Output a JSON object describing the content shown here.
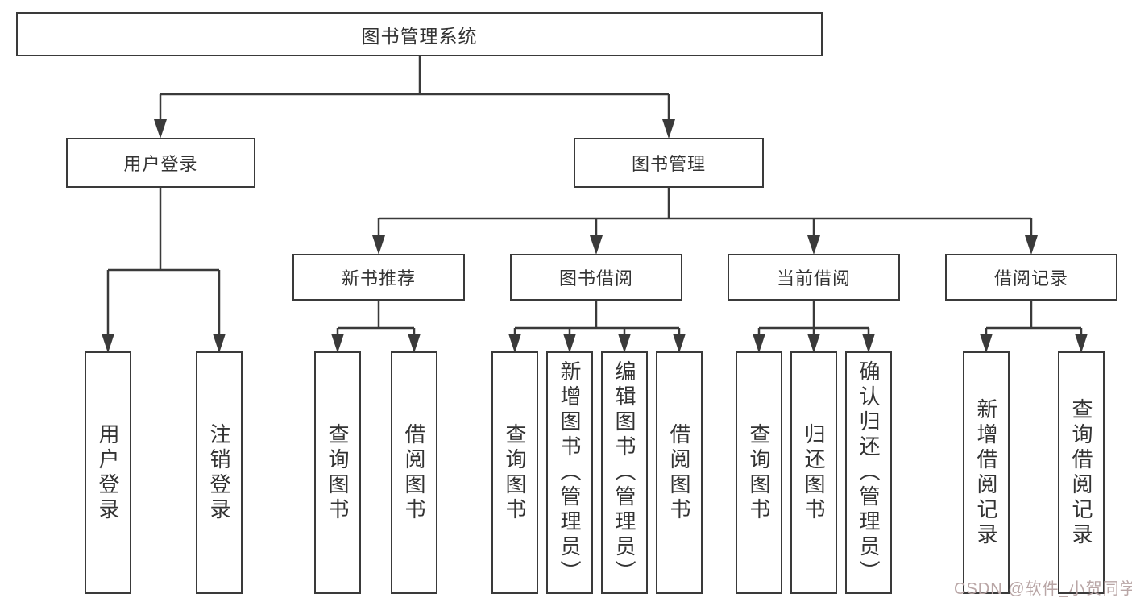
{
  "diagram_title": "图书管理系统",
  "tree": {
    "label": "图书管理系统",
    "children": [
      {
        "label": "用户登录",
        "children": [
          {
            "label": "用户登录"
          },
          {
            "label": "注销登录"
          }
        ]
      },
      {
        "label": "图书管理",
        "children": [
          {
            "label": "新书推荐",
            "children": [
              {
                "label": "查询图书"
              },
              {
                "label": "借阅图书"
              }
            ]
          },
          {
            "label": "图书借阅",
            "children": [
              {
                "label": "查询图书"
              },
              {
                "label": "新增图书（管理员）"
              },
              {
                "label": "编辑图书（管理员）"
              },
              {
                "label": "借阅图书"
              }
            ]
          },
          {
            "label": "当前借阅",
            "children": [
              {
                "label": "查询图书"
              },
              {
                "label": "归还图书"
              },
              {
                "label": "确认归还（管理员）"
              }
            ]
          },
          {
            "label": "借阅记录",
            "children": [
              {
                "label": "新增借阅记录"
              },
              {
                "label": "查询借阅记录"
              }
            ]
          }
        ]
      }
    ]
  },
  "watermark": "CSDN @软件_小贺同学",
  "colors": {
    "line": "#3a3a3a",
    "box_border": "#3a3a3a",
    "text": "#333333",
    "background": "#ffffff",
    "watermark": "#b9a6a6"
  }
}
